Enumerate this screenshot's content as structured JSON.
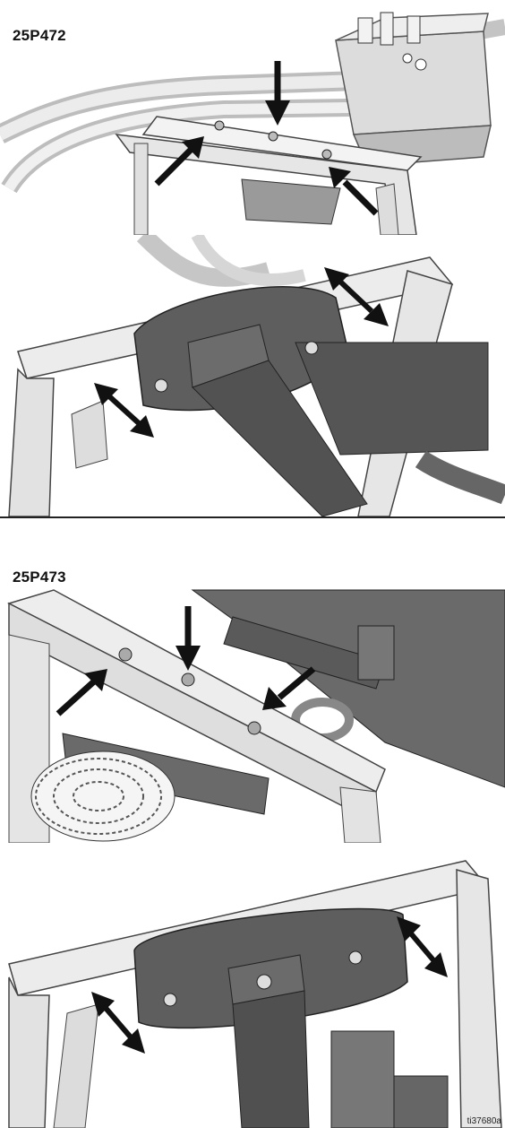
{
  "figure": {
    "labels": [
      "25P472",
      "25P473"
    ],
    "code": "ti37680a"
  },
  "colors": {
    "frame_light": "#e9e9e9",
    "frame_mid": "#c8c8c8",
    "bracket_dark": "#5a5a5a",
    "arrow": "#111111"
  },
  "icons": [
    "arrow-down-icon",
    "arrow-diagonal-icon",
    "double-arrow-icon"
  ]
}
